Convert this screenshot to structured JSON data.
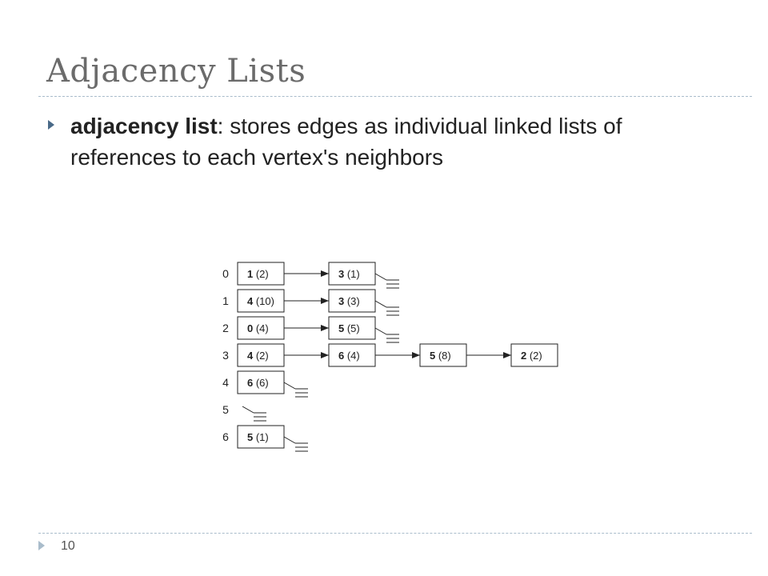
{
  "slide": {
    "title": "Adjacency Lists",
    "bullet": {
      "term": "adjacency list",
      "sep": ": ",
      "rest": "stores edges as individual linked lists of references to each vertex's neighbors"
    },
    "page_number": "10"
  },
  "diagram": {
    "lists": [
      {
        "vertex": "0",
        "nodes": [
          {
            "target": "1",
            "weight": "(2)"
          },
          {
            "target": "3",
            "weight": "(1)"
          }
        ]
      },
      {
        "vertex": "1",
        "nodes": [
          {
            "target": "4",
            "weight": "(10)"
          },
          {
            "target": "3",
            "weight": "(3)"
          }
        ]
      },
      {
        "vertex": "2",
        "nodes": [
          {
            "target": "0",
            "weight": "(4)"
          },
          {
            "target": "5",
            "weight": "(5)"
          }
        ]
      },
      {
        "vertex": "3",
        "nodes": [
          {
            "target": "4",
            "weight": "(2)"
          },
          {
            "target": "6",
            "weight": "(4)"
          },
          {
            "target": "5",
            "weight": "(8)"
          },
          {
            "target": "2",
            "weight": "(2)"
          }
        ]
      },
      {
        "vertex": "4",
        "nodes": [
          {
            "target": "6",
            "weight": "(6)"
          }
        ]
      },
      {
        "vertex": "5",
        "nodes": []
      },
      {
        "vertex": "6",
        "nodes": [
          {
            "target": "5",
            "weight": "(1)"
          }
        ]
      }
    ]
  },
  "colors": {
    "title": "#6b6b6b",
    "rule": "#a9bccb",
    "bullet_marker": "#4a6a88"
  }
}
